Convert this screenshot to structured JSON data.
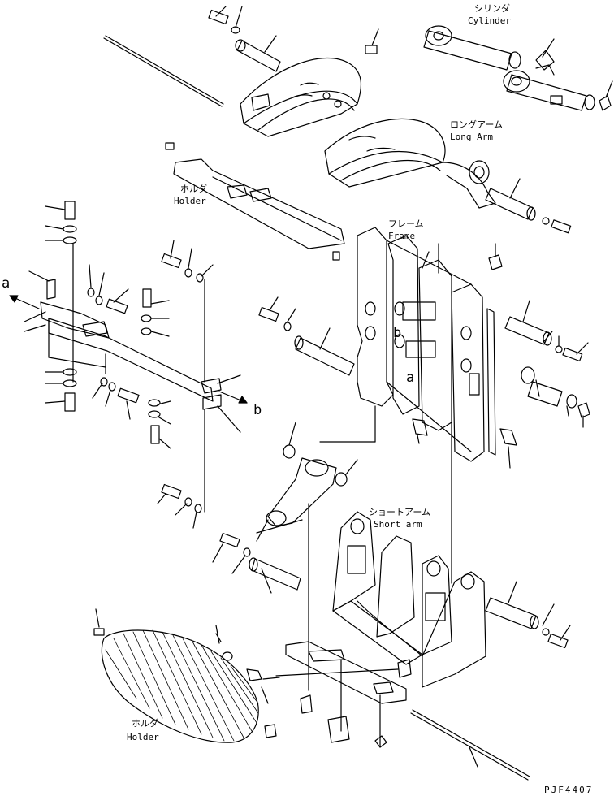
{
  "labels": {
    "cylinder_jp": "シリンダ",
    "cylinder_en": "Cylinder",
    "long_arm_jp": "ロングアーム",
    "long_arm_en": "Long Arm",
    "holder_top_jp": "ホルダ",
    "holder_top_en": "Holder",
    "frame_jp": "フレーム",
    "frame_en": "Frame",
    "short_arm_jp": "ショートアーム",
    "short_arm_en": "Short arm",
    "holder_bottom_jp": "ホルダ",
    "holder_bottom_en": "Holder",
    "marker_a_left": "a",
    "marker_b_right": "b",
    "marker_b_frame": "b",
    "marker_a_frame": "a",
    "drawing_code": "PJF4407"
  }
}
